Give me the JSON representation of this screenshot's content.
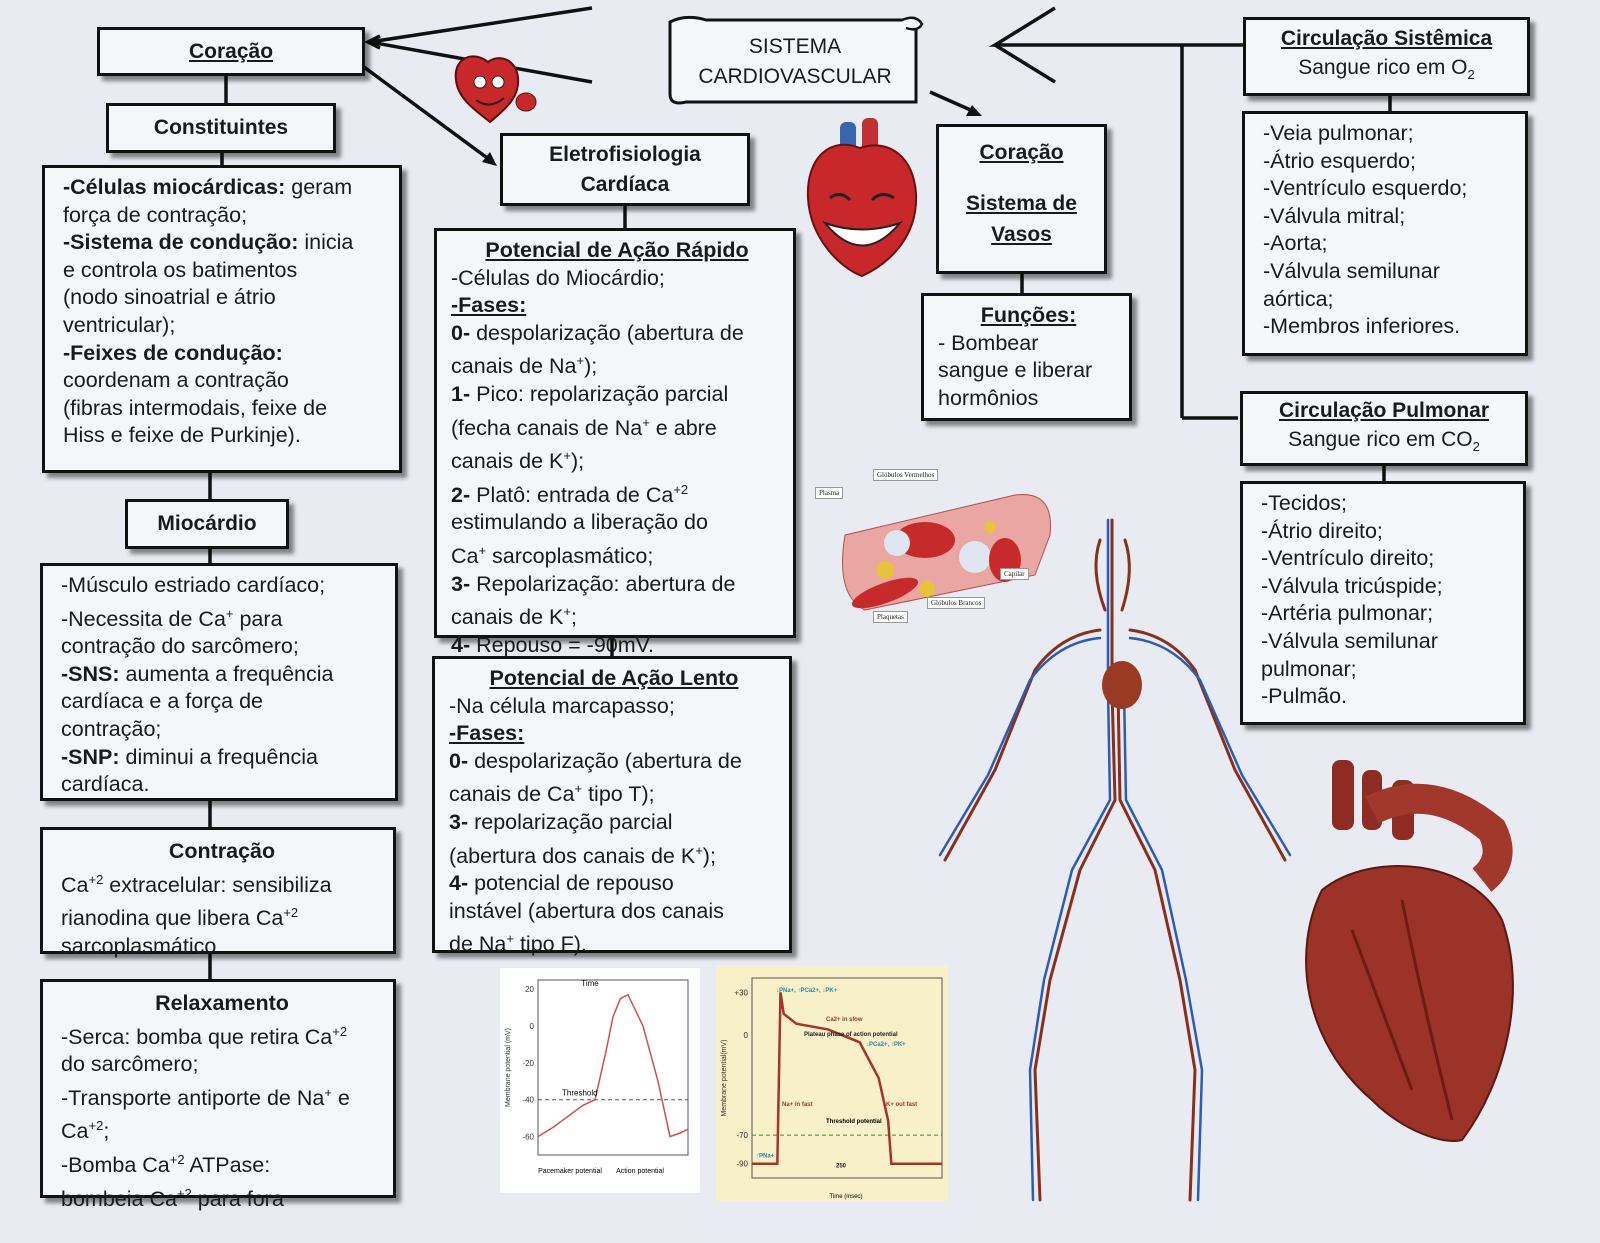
{
  "title": {
    "line1": "SISTEMA",
    "line2": "CARDIOVASCULAR"
  },
  "left": {
    "coracao": "Coração",
    "constituintes": "Constituintes",
    "constituintes_text": [
      [
        [
          "-Células miocárdicas:",
          "b"
        ],
        [
          " geram",
          ""
        ]
      ],
      [
        [
          "força de contração;",
          ""
        ]
      ],
      [
        [
          "-Sistema de condução:",
          "b"
        ],
        [
          " inicia",
          ""
        ]
      ],
      [
        [
          "e controla os batimentos",
          ""
        ]
      ],
      [
        [
          "(nodo sinoatrial e átrio",
          ""
        ]
      ],
      [
        [
          "ventricular);",
          ""
        ]
      ],
      [
        [
          "-Feixes de condução:",
          "b"
        ]
      ],
      [
        [
          "coordenam a contração",
          ""
        ]
      ],
      [
        [
          "(fibras intermodais, feixe de",
          ""
        ]
      ],
      [
        [
          "Hiss e feixe de Purkinje).",
          ""
        ]
      ]
    ],
    "miocardio": "Miocárdio",
    "miocardio_text": [
      [
        [
          "-Músculo estriado cardíaco;",
          ""
        ]
      ],
      [
        [
          "-Necessita de Ca",
          ""
        ],
        [
          "+",
          "sup"
        ],
        [
          " para",
          ""
        ]
      ],
      [
        [
          "contração do sarcômero;",
          ""
        ]
      ],
      [
        [
          "-SNS:",
          "b"
        ],
        [
          " aumenta a frequência",
          ""
        ]
      ],
      [
        [
          "cardíaca e a força de",
          ""
        ]
      ],
      [
        [
          "contração;",
          ""
        ]
      ],
      [
        [
          "-SNP:",
          "b"
        ],
        [
          " diminui a frequência",
          ""
        ]
      ],
      [
        [
          "cardíaca.",
          ""
        ]
      ]
    ],
    "contracao_text": [
      [
        [
          "Contração",
          "b"
        ]
      ],
      [
        [
          "Ca",
          ""
        ],
        [
          "+2",
          "sup"
        ],
        [
          " extracelular: sensibiliza",
          ""
        ]
      ],
      [
        [
          "rianodina que libera Ca",
          ""
        ],
        [
          "+2",
          "sup"
        ]
      ],
      [
        [
          "sarcoplasmático",
          ""
        ]
      ]
    ],
    "relaxamento_text": [
      [
        [
          "Relaxamento",
          "b"
        ]
      ],
      [
        [
          "-Serca: bomba que retira Ca",
          ""
        ],
        [
          "+2",
          "sup"
        ]
      ],
      [
        [
          "do sarcômero;",
          ""
        ]
      ],
      [
        [
          "-Transporte antiporte de Na",
          ""
        ],
        [
          "+",
          "sup"
        ],
        [
          " e",
          ""
        ]
      ],
      [
        [
          "Ca",
          ""
        ],
        [
          "+2",
          "sup"
        ],
        [
          ";",
          ""
        ]
      ],
      [
        [
          "-Bomba Ca",
          ""
        ],
        [
          "+2",
          "sup"
        ],
        [
          " ATPase:",
          ""
        ]
      ],
      [
        [
          "bombeia Ca",
          ""
        ],
        [
          "+2",
          "sup"
        ],
        [
          " para fora",
          ""
        ]
      ]
    ]
  },
  "middle": {
    "eletro_line1": "Eletrofisiologia",
    "eletro_line2": "Cardíaca",
    "rapido_text": [
      [
        [
          "Potencial de Ação Rápido",
          "bu"
        ]
      ],
      [
        [
          "-Células do Miocárdio;",
          ""
        ]
      ],
      [
        [
          "-Fases:",
          "bu"
        ]
      ],
      [
        [
          "0-",
          "b"
        ],
        [
          " despolarização (abertura de",
          ""
        ]
      ],
      [
        [
          "canais de Na",
          ""
        ],
        [
          "+",
          "sup"
        ],
        [
          ");",
          ""
        ]
      ],
      [
        [
          "1-",
          "b"
        ],
        [
          " Pico: repolarização parcial",
          ""
        ]
      ],
      [
        [
          "(fecha canais de Na",
          ""
        ],
        [
          "+",
          "sup"
        ],
        [
          " e abre",
          ""
        ]
      ],
      [
        [
          "canais de K",
          ""
        ],
        [
          "+",
          "sup"
        ],
        [
          ");",
          ""
        ]
      ],
      [
        [
          "2-",
          "b"
        ],
        [
          " Platô: entrada de Ca",
          ""
        ],
        [
          "+2",
          "sup"
        ]
      ],
      [
        [
          "estimulando a liberação do",
          ""
        ]
      ],
      [
        [
          "Ca",
          ""
        ],
        [
          "+",
          "sup"
        ],
        [
          " sarcoplasmático;",
          ""
        ]
      ],
      [
        [
          "3-",
          "b"
        ],
        [
          " Repolarização: abertura de",
          ""
        ]
      ],
      [
        [
          "canais de K",
          ""
        ],
        [
          "+",
          "sup"
        ],
        [
          ";",
          ""
        ]
      ],
      [
        [
          "4-",
          "b"
        ],
        [
          " Repouso = -90mV.",
          ""
        ]
      ]
    ],
    "lento_text": [
      [
        [
          "Potencial de Ação Lento",
          "bu"
        ]
      ],
      [
        [
          "-Na célula marcapasso;",
          ""
        ]
      ],
      [
        [
          "-Fases:",
          "bu"
        ]
      ],
      [
        [
          "0-",
          "b"
        ],
        [
          " despolarização (abertura de",
          ""
        ]
      ],
      [
        [
          "canais de Ca",
          ""
        ],
        [
          "+",
          "sup"
        ],
        [
          " tipo T);",
          ""
        ]
      ],
      [
        [
          "3-",
          "b"
        ],
        [
          " repolarização parcial",
          ""
        ]
      ],
      [
        [
          "(abertura dos canais de K",
          ""
        ],
        [
          "+",
          "sup"
        ],
        [
          ");",
          ""
        ]
      ],
      [
        [
          "4-",
          "b"
        ],
        [
          " potencial de repouso",
          ""
        ]
      ],
      [
        [
          "instável (abertura dos canais",
          ""
        ]
      ],
      [
        [
          "de Na",
          ""
        ],
        [
          "+",
          "sup"
        ],
        [
          " tipo F).",
          ""
        ]
      ]
    ]
  },
  "center": {
    "coracao": "Coração",
    "vasos_line1": "Sistema de",
    "vasos_line2": "Vasos",
    "funcoes_text": [
      [
        [
          "Funções:",
          "bu"
        ]
      ],
      [
        [
          "- Bombear",
          ""
        ]
      ],
      [
        [
          "sangue e liberar",
          ""
        ]
      ],
      [
        [
          "hormônios",
          ""
        ]
      ]
    ]
  },
  "right": {
    "sistemica_title": "Circulação Sistêmica",
    "sistemica_sub": "Sangue rico em O",
    "sistemica_sub_idx": "2",
    "sistemica_text": [
      [
        [
          "-Veia pulmonar;",
          ""
        ]
      ],
      [
        [
          "-Átrio esquerdo;",
          ""
        ]
      ],
      [
        [
          "-Ventrículo esquerdo;",
          ""
        ]
      ],
      [
        [
          "-Válvula mitral;",
          ""
        ]
      ],
      [
        [
          "-Aorta;",
          ""
        ]
      ],
      [
        [
          "-Válvula semilunar",
          ""
        ]
      ],
      [
        [
          "aórtica;",
          ""
        ]
      ],
      [
        [
          "-Membros inferiores.",
          ""
        ]
      ]
    ],
    "pulmonar_title": "Circulação Pulmonar",
    "pulmonar_sub": "Sangue rico em CO",
    "pulmonar_sub_idx": "2",
    "pulmonar_text": [
      [
        [
          "-Tecidos;",
          ""
        ]
      ],
      [
        [
          "-Átrio direito;",
          ""
        ]
      ],
      [
        [
          "-Ventrículo direito;",
          ""
        ]
      ],
      [
        [
          "-Válvula tricúspide;",
          ""
        ]
      ],
      [
        [
          "-Artéria pulmonar;",
          ""
        ]
      ],
      [
        [
          "-Válvula semilunar",
          ""
        ]
      ],
      [
        [
          "pulmonar;",
          ""
        ]
      ],
      [
        [
          "-Pulmão.",
          ""
        ]
      ]
    ]
  },
  "capillary_labels": {
    "plasma": "Plasma",
    "red": "Glóbulos Vermelhos",
    "capilar": "Capilar",
    "white": "Glóbulos Brancos",
    "platelets": "Plaquetas"
  },
  "chart_data": [
    {
      "type": "line",
      "title": "",
      "ylabel": "Membrane potential (mV)",
      "xlabel": "Time",
      "yticks": [
        "20",
        "0",
        "-20",
        "-40",
        "-60"
      ],
      "ylim": [
        -70,
        25
      ],
      "threshold_label": "Threshold",
      "threshold": -40,
      "x": [
        0,
        10,
        20,
        30,
        38,
        45,
        50,
        55,
        60,
        70,
        80,
        88,
        95,
        100
      ],
      "y": [
        -60,
        -55,
        -49,
        -43,
        -40,
        -15,
        5,
        15,
        17,
        0,
        -30,
        -60,
        -58,
        -56
      ],
      "region_labels": [
        "Pacemaker potential",
        "Action potential"
      ]
    },
    {
      "type": "line",
      "ylabel": "Membrane potential(mV)",
      "xlabel": "Time (msec)",
      "yticks": [
        "+30",
        "0",
        "-70",
        "-90"
      ],
      "ylim": [
        -100,
        40
      ],
      "threshold": -70,
      "threshold_label": "Threshold potential",
      "x": [
        0,
        40,
        45,
        50,
        70,
        120,
        170,
        200,
        215,
        220,
        300
      ],
      "y": [
        -90,
        -90,
        30,
        15,
        8,
        4,
        -5,
        -30,
        -60,
        -90,
        -90
      ],
      "annotations": [
        "↓PNa+, ↑PCa2+, ↓PK+",
        "Ca2+ in slow",
        "Plateau phase of action potential",
        "↓PCa2+, ↑PK+",
        "Na+ in fast",
        "K+ out fast",
        "↑PNa+",
        "250"
      ]
    }
  ]
}
